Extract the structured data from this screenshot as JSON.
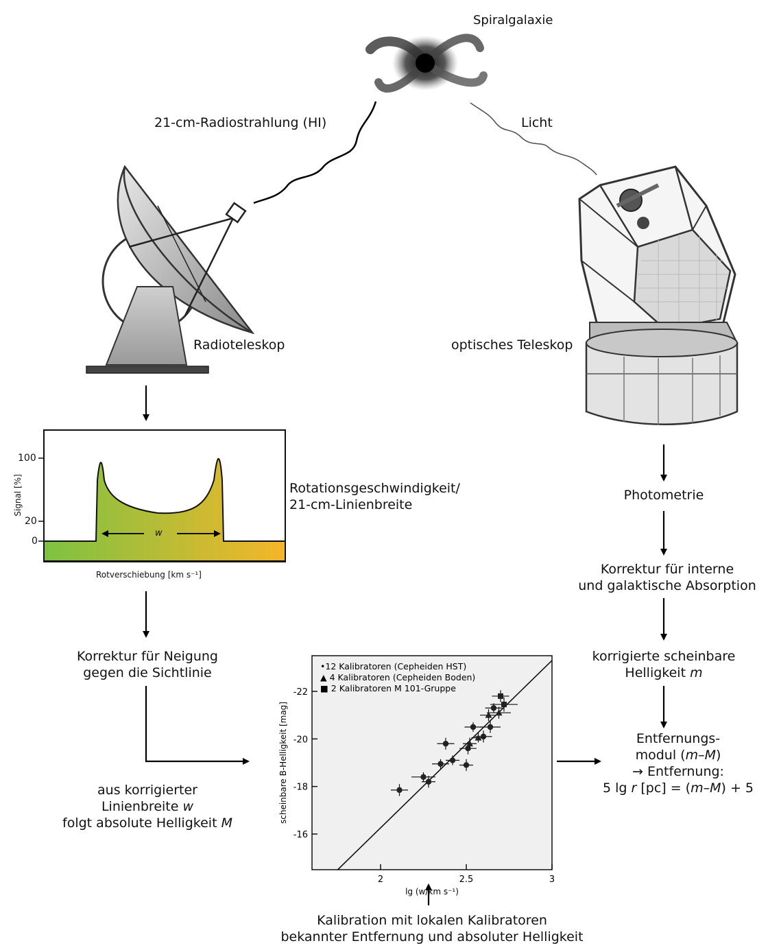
{
  "labels": {
    "galaxy": "Spiralgalaxie",
    "radio_wave": "21-cm-Radiostrahlung (HI)",
    "light": "Licht",
    "radio_telescope": "Radioteleskop",
    "optical_telescope": "optisches Teleskop",
    "rotation_1": "Rotationsgeschwindigkeit/",
    "rotation_2": "21-cm-Linienbreite",
    "photometry": "Photometrie",
    "absorption_1": "Korrektur für interne",
    "absorption_2": "und galaktische Absorption",
    "inclination_1": "Korrektur für Neigung",
    "inclination_2": "gegen die Sichtlinie",
    "mag_1": "korrigierte scheinbare",
    "mag_2": "Helligkeit ",
    "mag_var": "m",
    "abs_1": "aus korrigierter",
    "abs_2": "Linienbreite ",
    "abs_2_var": "w",
    "abs_3": "folgt absolute Helligkeit ",
    "abs_3_var": "M",
    "dist_1": "Entfernungs-",
    "dist_2": "modul (",
    "dist_2_var": "m–M",
    "dist_2_end": ")",
    "dist_3": "→ Entfernung:",
    "dist_4a": "5 lg ",
    "dist_4_var": "r",
    "dist_4b": " [pc] = (",
    "dist_4_var2": "m–M",
    "dist_4c": ") + 5",
    "calib_1": "Kalibration mit lokalen Kalibratoren",
    "calib_2": "bekannter Entfernung und absoluter Helligkeit"
  },
  "hi_profile": {
    "ylabel": "Signal  [%]",
    "xlabel": "Rotverschiebung  [km s⁻¹]",
    "yticks": [
      "100",
      "20",
      "0"
    ],
    "width_label": "w",
    "gradient": [
      "#7dc242",
      "#f5b62a"
    ]
  },
  "chart_data": {
    "type": "scatter",
    "xlabel": "lg (w/km s⁻¹)",
    "ylabel": "scheinbare B-Helligkeit  [mag]",
    "xlim": [
      1.6,
      3.0
    ],
    "ylim": [
      -14.5,
      -23.5
    ],
    "xticks": [
      "2",
      "2.5",
      "3"
    ],
    "yticks": [
      "-22",
      "-20",
      "-18",
      "-16"
    ],
    "legend": [
      "•12 Kalibratoren (Cepheiden HST)",
      "▲ 4 Kalibratoren (Cepheiden Boden)",
      "■ 2 Kalibratoren M 101-Gruppe"
    ],
    "series": [
      {
        "points": [
          {
            "x": 2.11,
            "y": -17.85,
            "xerr": 0.05,
            "yerr": 0.25
          },
          {
            "x": 2.25,
            "y": -18.4,
            "xerr": 0.07,
            "yerr": 0.2
          },
          {
            "x": 2.28,
            "y": -18.2,
            "xerr": 0.04,
            "yerr": 0.25
          },
          {
            "x": 2.35,
            "y": -18.95,
            "xerr": 0.05,
            "yerr": 0.2
          },
          {
            "x": 2.38,
            "y": -19.8,
            "xerr": 0.05,
            "yerr": 0.25
          },
          {
            "x": 2.42,
            "y": -19.1,
            "xerr": 0.04,
            "yerr": 0.2
          },
          {
            "x": 2.5,
            "y": -18.9,
            "xerr": 0.04,
            "yerr": 0.25
          },
          {
            "x": 2.51,
            "y": -19.6,
            "xerr": 0.05,
            "yerr": 0.25
          },
          {
            "x": 2.54,
            "y": -20.5,
            "xerr": 0.05,
            "yerr": 0.2
          },
          {
            "x": 2.6,
            "y": -20.1,
            "xerr": 0.05,
            "yerr": 0.25
          },
          {
            "x": 2.64,
            "y": -20.5,
            "xerr": 0.06,
            "yerr": 0.25
          },
          {
            "x": 2.66,
            "y": -21.3,
            "xerr": 0.05,
            "yerr": 0.2
          }
        ]
      },
      {
        "points": [
          {
            "x": 2.52,
            "y": -19.8,
            "xerr": 0.04,
            "yerr": 0.25
          },
          {
            "x": 2.57,
            "y": -20.05,
            "xerr": 0.04,
            "yerr": 0.2
          },
          {
            "x": 2.63,
            "y": -21.0,
            "xerr": 0.05,
            "yerr": 0.25
          },
          {
            "x": 2.69,
            "y": -21.1,
            "xerr": 0.07,
            "yerr": 0.25
          }
        ]
      },
      {
        "points": [
          {
            "x": 2.72,
            "y": -21.45,
            "xerr": 0.08,
            "yerr": 0.3
          },
          {
            "x": 2.7,
            "y": -21.8,
            "xerr": 0.05,
            "yerr": 0.25
          }
        ]
      }
    ],
    "fit_line": [
      {
        "x": 1.75,
        "y": -14.5
      },
      {
        "x": 3.0,
        "y": -23.3
      }
    ]
  }
}
